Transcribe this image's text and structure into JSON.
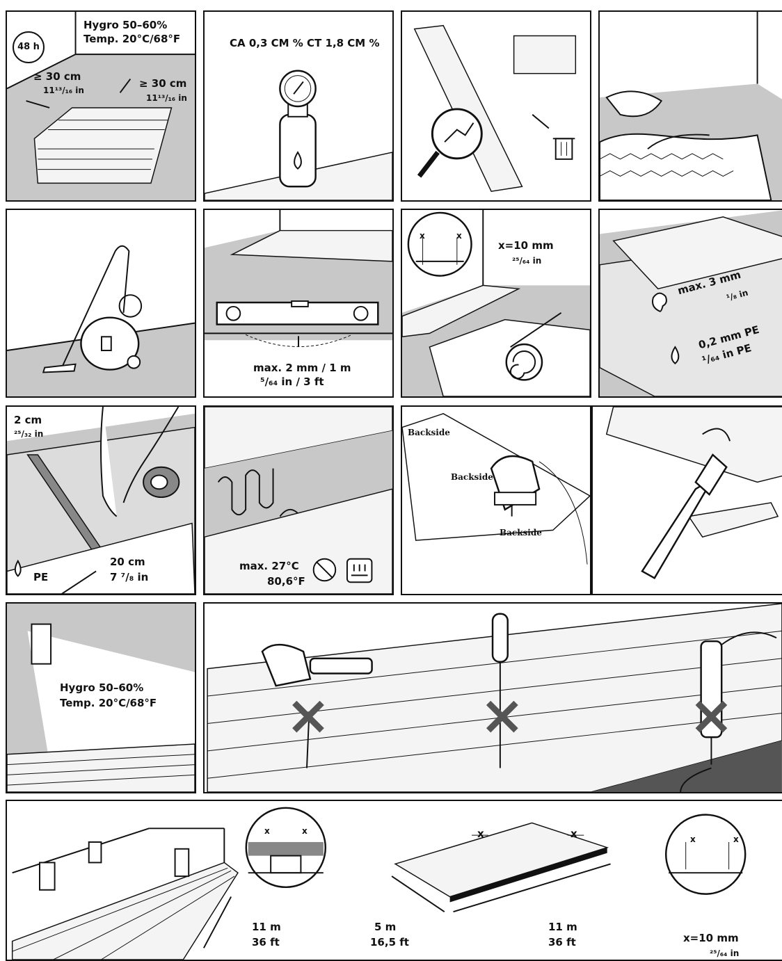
{
  "panels": {
    "p1": {
      "badge": "48 h",
      "hygro": "Hygro 50–60%",
      "temp": "Temp. 20°C/68°F",
      "dist_left_cm": "≥ 30 cm",
      "dist_left_in": "11¹³/₁₆ in",
      "dist_right_cm": "≥ 30 cm",
      "dist_right_in": "11¹³/₁₆ in"
    },
    "p2": {
      "reading": "CA 0,3 CM % CT 1,8 CM %"
    },
    "p7": {
      "gap_mm": "x=10 mm",
      "gap_in": "²⁵/₆₄ in",
      "x1": "x",
      "x2": "x"
    },
    "p6": {
      "tol_mm": "max. 2 mm / 1 m",
      "tol_in": "⁵/₆₄ in / 3 ft"
    },
    "p8": {
      "max_mm": "max. 3 mm",
      "max_in": "¹/₈ in",
      "pe_mm": "0,2 mm PE",
      "pe_in": "¹/₆₄ in PE"
    },
    "p9": {
      "h_cm": "2 cm",
      "h_in": "²⁵/₃₂ in",
      "ov_cm": "20 cm",
      "ov_in": "7 ⁷/₈ in",
      "pe": "PE"
    },
    "p10": {
      "max_c": "max. 27°C",
      "max_f": "80,6°F"
    },
    "p11": {
      "backside": "Backside"
    },
    "p13": {
      "hygro": "Hygro 50–60%",
      "temp": "Temp. 20°C/68°F"
    },
    "p15": {
      "x_a": "x",
      "x_b": "x",
      "len_left_m": "11 m",
      "len_left_ft": "36 ft",
      "w_m": "5 m",
      "w_ft": "16,5 ft",
      "len_right_m": "11 m",
      "len_right_ft": "36 ft",
      "x_c": "x",
      "x_d": "x",
      "x_e": "x",
      "x_f": "x",
      "gap_mm": "x=10 mm",
      "gap_in": "²⁵/₆₄ in"
    }
  }
}
